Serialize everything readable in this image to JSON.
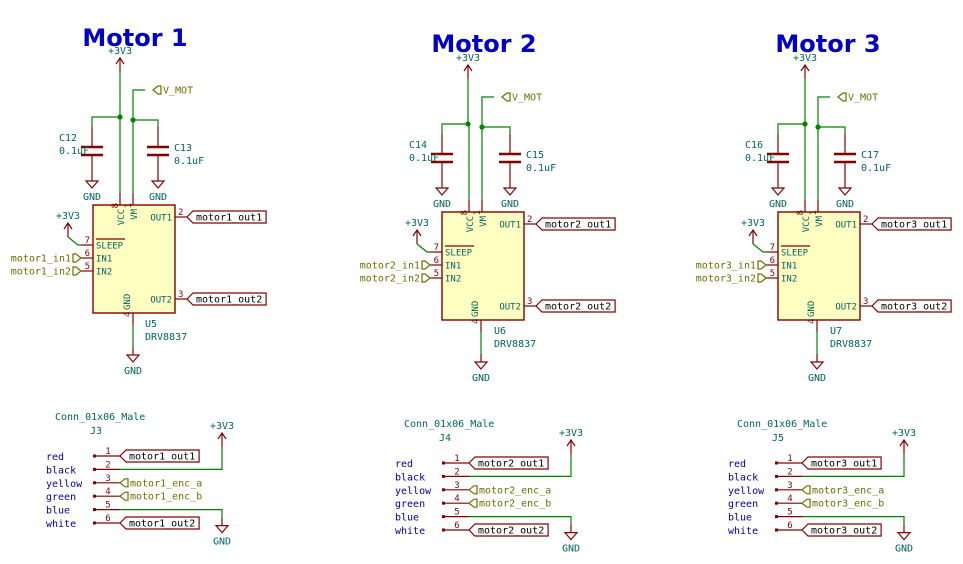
{
  "blocks": [
    {
      "title": "Motor 1",
      "vcc": "+3V3",
      "vmot": "V_MOT",
      "cap_a": {
        "ref": "C12",
        "value": "0.1uF"
      },
      "cap_b": {
        "ref": "C13",
        "value": "0.1uF"
      },
      "gnd": "GND",
      "chip": {
        "ref": "U5",
        "value": "DRV8837",
        "sleep_supply": "+3V3"
      },
      "pins": {
        "vcc": "VCC",
        "vm": "VM",
        "sleep": "SLEEP",
        "in1": "IN1",
        "in2": "IN2",
        "out1": "OUT1",
        "out2": "OUT2",
        "gnd": "GND"
      },
      "pin_numbers": {
        "vcc": "8",
        "vm": "1",
        "sleep": "7",
        "in1": "6",
        "in2": "5",
        "out1": "2",
        "out2": "3",
        "gnd": "4"
      },
      "inputs": [
        "motor1_in1",
        "motor1_in2"
      ],
      "outputs": [
        "motor1_out1",
        "motor1_out2"
      ],
      "connector": {
        "type": "Conn_01x06_Male",
        "ref": "J3",
        "supply": "+3V3",
        "gnd": "GND",
        "wires": [
          "red",
          "black",
          "yellow",
          "green",
          "blue",
          "white"
        ],
        "pin_numbers": [
          "1",
          "2",
          "3",
          "4",
          "5",
          "6"
        ],
        "labels": [
          "motor1_out1",
          "",
          "motor1_enc_a",
          "motor1_enc_b",
          "",
          "motor1_out2"
        ]
      }
    },
    {
      "title": "Motor 2",
      "vcc": "+3V3",
      "vmot": "V_MOT",
      "cap_a": {
        "ref": "C14",
        "value": "0.1uF"
      },
      "cap_b": {
        "ref": "C15",
        "value": "0.1uF"
      },
      "gnd": "GND",
      "chip": {
        "ref": "U6",
        "value": "DRV8837",
        "sleep_supply": "+3V3"
      },
      "pins": {
        "vcc": "VCC",
        "vm": "VM",
        "sleep": "SLEEP",
        "in1": "IN1",
        "in2": "IN2",
        "out1": "OUT1",
        "out2": "OUT2",
        "gnd": "GND"
      },
      "pin_numbers": {
        "vcc": "8",
        "vm": "1",
        "sleep": "7",
        "in1": "6",
        "in2": "5",
        "out1": "2",
        "out2": "3",
        "gnd": "4"
      },
      "inputs": [
        "motor2_in1",
        "motor2_in2"
      ],
      "outputs": [
        "motor2_out1",
        "motor2_out2"
      ],
      "connector": {
        "type": "Conn_01x06_Male",
        "ref": "J4",
        "supply": "+3V3",
        "gnd": "GND",
        "wires": [
          "red",
          "black",
          "yellow",
          "green",
          "blue",
          "white"
        ],
        "pin_numbers": [
          "1",
          "2",
          "3",
          "4",
          "5",
          "6"
        ],
        "labels": [
          "motor2_out1",
          "",
          "motor2_enc_a",
          "motor2_enc_b",
          "",
          "motor2_out2"
        ]
      }
    },
    {
      "title": "Motor 3",
      "vcc": "+3V3",
      "vmot": "V_MOT",
      "cap_a": {
        "ref": "C16",
        "value": "0.1uF"
      },
      "cap_b": {
        "ref": "C17",
        "value": "0.1uF"
      },
      "gnd": "GND",
      "chip": {
        "ref": "U7",
        "value": "DRV8837",
        "sleep_supply": "+3V3"
      },
      "pins": {
        "vcc": "VCC",
        "vm": "VM",
        "sleep": "SLEEP",
        "in1": "IN1",
        "in2": "IN2",
        "out1": "OUT1",
        "out2": "OUT2",
        "gnd": "GND"
      },
      "pin_numbers": {
        "vcc": "8",
        "vm": "1",
        "sleep": "7",
        "in1": "6",
        "in2": "5",
        "out1": "2",
        "out2": "3",
        "gnd": "4"
      },
      "inputs": [
        "motor3_in1",
        "motor3_in2"
      ],
      "outputs": [
        "motor3_out1",
        "motor3_out2"
      ],
      "connector": {
        "type": "Conn_01x06_Male",
        "ref": "J5",
        "supply": "+3V3",
        "gnd": "GND",
        "wires": [
          "red",
          "black",
          "yellow",
          "green",
          "blue",
          "white"
        ],
        "pin_numbers": [
          "1",
          "2",
          "3",
          "4",
          "5",
          "6"
        ],
        "labels": [
          "motor3_out1",
          "",
          "motor3_enc_a",
          "motor3_enc_b",
          "",
          "motor3_out2"
        ]
      }
    }
  ],
  "colors": {
    "title": "#0000c8",
    "wire": "#008400",
    "component": "#840000",
    "body_fill": "#ffffc2",
    "text": "#006464",
    "global_label": "#6e6e00",
    "wire_color_text": "#0000a0"
  }
}
